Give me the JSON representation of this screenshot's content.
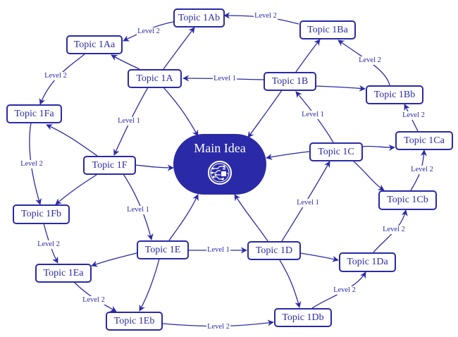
{
  "main": {
    "title": "Main Idea",
    "icon": "circuit-chip-icon"
  },
  "colors": {
    "accent": "#2a2aa8",
    "background": "#ffffff"
  },
  "nodes": {
    "n1A": "Topic 1A",
    "n1Aa": "Topic 1Aa",
    "n1Ab": "Topic 1Ab",
    "n1B": "Topic 1B",
    "n1Ba": "Topic 1Ba",
    "n1Bb": "Topic 1Bb",
    "n1C": "Topic 1C",
    "n1Ca": "Topic 1Ca",
    "n1Cb": "Topic 1Cb",
    "n1D": "Topic 1D",
    "n1Da": "Topic 1Da",
    "n1Db": "Topic 1Db",
    "n1E": "Topic 1E",
    "n1Ea": "Topic 1Ea",
    "n1Eb": "Topic 1Eb",
    "n1F": "Topic 1F",
    "n1Fa": "Topic 1Fa",
    "n1Fb": "Topic 1Fb"
  },
  "edge_labels": {
    "level1": "Level 1",
    "level2": "Level 2"
  }
}
